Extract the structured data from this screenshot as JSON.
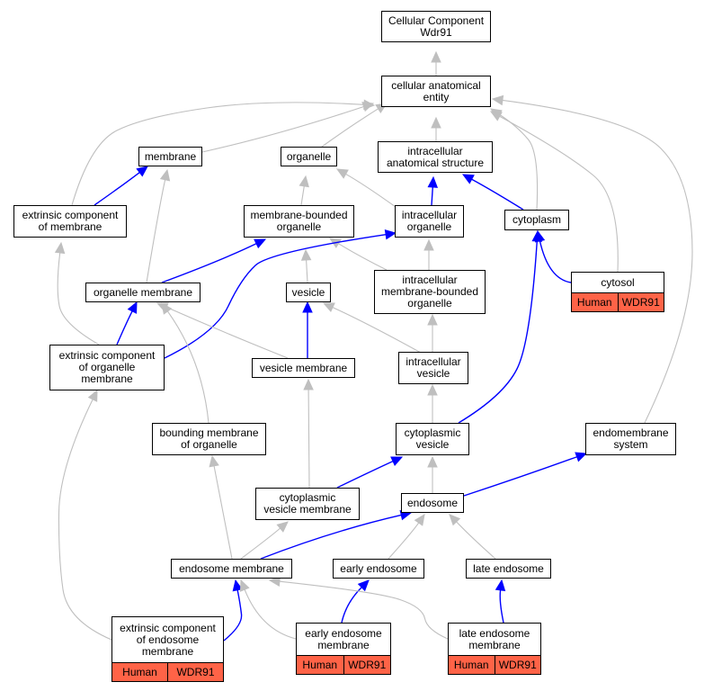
{
  "diagram_title": "",
  "colors": {
    "is_a": "#bfbfbf",
    "part_of": "#0000ff",
    "annotation": "#ff6347",
    "node_border": "#000000"
  },
  "nodes": {
    "cc_root": {
      "label": "Cellular Component\nWdr91"
    },
    "cae": {
      "label": "cellular anatomical\nentity"
    },
    "membrane": {
      "label": "membrane"
    },
    "organelle": {
      "label": "organelle"
    },
    "ias": {
      "label": "intracellular\nanatomical structure"
    },
    "ecm": {
      "label": "extrinsic component\nof membrane"
    },
    "mbo": {
      "label": "membrane-bounded\norganelle"
    },
    "io": {
      "label": "intracellular\norganelle"
    },
    "cytoplasm": {
      "label": "cytoplasm"
    },
    "orgmem": {
      "label": "organelle membrane"
    },
    "vesicle": {
      "label": "vesicle"
    },
    "imbo": {
      "label": "intracellular\nmembrane-bounded\norganelle"
    },
    "cytosol": {
      "label": "cytosol",
      "species": "Human",
      "gene": "WDR91"
    },
    "ecom": {
      "label": "extrinsic component\nof organelle\nmembrane"
    },
    "vesmem": {
      "label": "vesicle membrane"
    },
    "iv": {
      "label": "intracellular\nvesicle"
    },
    "bmo": {
      "label": "bounding membrane\nof organelle"
    },
    "cytves": {
      "label": "cytoplasmic\nvesicle"
    },
    "endosys": {
      "label": "endomembrane\nsystem"
    },
    "cvm": {
      "label": "cytoplasmic\nvesicle membrane"
    },
    "endosome": {
      "label": "endosome"
    },
    "endomem": {
      "label": "endosome membrane"
    },
    "early": {
      "label": "early endosome"
    },
    "late": {
      "label": "late endosome"
    },
    "ecem": {
      "label": "extrinsic component\nof endosome\nmembrane",
      "species": "Human",
      "gene": "WDR91"
    },
    "eem": {
      "label": "early endosome\nmembrane",
      "species": "Human",
      "gene": "WDR91"
    },
    "lem": {
      "label": "late endosome\nmembrane",
      "species": "Human",
      "gene": "WDR91"
    }
  },
  "edges": [
    {
      "from": "cae",
      "to": "cc_root",
      "rel": "is_a"
    },
    {
      "from": "membrane",
      "to": "cae",
      "rel": "is_a"
    },
    {
      "from": "organelle",
      "to": "cae",
      "rel": "is_a"
    },
    {
      "from": "ias",
      "to": "cae",
      "rel": "is_a"
    },
    {
      "from": "ecm",
      "to": "cae",
      "rel": "is_a"
    },
    {
      "from": "cytoplasm",
      "to": "cae",
      "rel": "is_a"
    },
    {
      "from": "cytosol",
      "to": "cae",
      "rel": "is_a"
    },
    {
      "from": "endosys",
      "to": "cae",
      "rel": "is_a"
    },
    {
      "from": "ecm",
      "to": "membrane",
      "rel": "part_of"
    },
    {
      "from": "mbo",
      "to": "organelle",
      "rel": "is_a"
    },
    {
      "from": "io",
      "to": "organelle",
      "rel": "is_a"
    },
    {
      "from": "io",
      "to": "ias",
      "rel": "part_of"
    },
    {
      "from": "cytoplasm",
      "to": "ias",
      "rel": "part_of"
    },
    {
      "from": "orgmem",
      "to": "membrane",
      "rel": "is_a"
    },
    {
      "from": "orgmem",
      "to": "mbo",
      "rel": "part_of"
    },
    {
      "from": "vesicle",
      "to": "mbo",
      "rel": "is_a"
    },
    {
      "from": "imbo",
      "to": "mbo",
      "rel": "is_a"
    },
    {
      "from": "imbo",
      "to": "io",
      "rel": "is_a"
    },
    {
      "from": "cytosol",
      "to": "cytoplasm",
      "rel": "part_of"
    },
    {
      "from": "ecom",
      "to": "orgmem",
      "rel": "part_of"
    },
    {
      "from": "ecom",
      "to": "ecm",
      "rel": "is_a"
    },
    {
      "from": "ecom",
      "to": "io",
      "rel": "part_of"
    },
    {
      "from": "vesmem",
      "to": "vesicle",
      "rel": "part_of"
    },
    {
      "from": "vesmem",
      "to": "orgmem",
      "rel": "is_a"
    },
    {
      "from": "iv",
      "to": "vesicle",
      "rel": "is_a"
    },
    {
      "from": "iv",
      "to": "imbo",
      "rel": "is_a"
    },
    {
      "from": "bmo",
      "to": "orgmem",
      "rel": "is_a"
    },
    {
      "from": "cytves",
      "to": "iv",
      "rel": "is_a"
    },
    {
      "from": "cytves",
      "to": "cytoplasm",
      "rel": "part_of"
    },
    {
      "from": "cvm",
      "to": "vesmem",
      "rel": "is_a"
    },
    {
      "from": "cvm",
      "to": "cytves",
      "rel": "part_of"
    },
    {
      "from": "endosome",
      "to": "cytves",
      "rel": "is_a"
    },
    {
      "from": "endosome",
      "to": "endosys",
      "rel": "part_of"
    },
    {
      "from": "endomem",
      "to": "bmo",
      "rel": "is_a"
    },
    {
      "from": "endomem",
      "to": "cvm",
      "rel": "is_a"
    },
    {
      "from": "endomem",
      "to": "endosome",
      "rel": "part_of"
    },
    {
      "from": "early",
      "to": "endosome",
      "rel": "is_a"
    },
    {
      "from": "late",
      "to": "endosome",
      "rel": "is_a"
    },
    {
      "from": "ecem",
      "to": "endomem",
      "rel": "part_of"
    },
    {
      "from": "ecem",
      "to": "ecom",
      "rel": "is_a"
    },
    {
      "from": "eem",
      "to": "early",
      "rel": "part_of"
    },
    {
      "from": "eem",
      "to": "endomem",
      "rel": "is_a"
    },
    {
      "from": "lem",
      "to": "late",
      "rel": "part_of"
    },
    {
      "from": "lem",
      "to": "endomem",
      "rel": "is_a"
    }
  ]
}
